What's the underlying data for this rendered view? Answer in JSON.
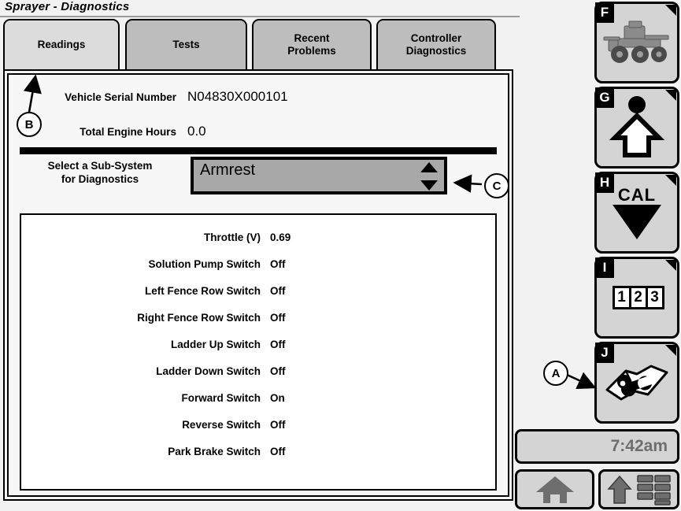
{
  "page": {
    "title": "Sprayer - Diagnostics"
  },
  "tabs": [
    {
      "label": "Readings",
      "active": true
    },
    {
      "label": "Tests",
      "active": false
    },
    {
      "label": "Recent\nProblems",
      "active": false
    },
    {
      "label": "Controller\nDiagnostics",
      "active": false
    }
  ],
  "info": {
    "serial_label": "Vehicle Serial Number",
    "serial_value": "N04830X000101",
    "hours_label": "Total Engine Hours",
    "hours_value": "0.0"
  },
  "subsystem": {
    "label": "Select a Sub-System\nfor Diagnostics",
    "selected": "Armrest",
    "up_icon": "triangle-up-icon",
    "down_icon": "triangle-down-icon"
  },
  "readings": [
    {
      "label": "Throttle (V)",
      "value": "0.69"
    },
    {
      "label": "Solution Pump Switch",
      "value": "Off"
    },
    {
      "label": "Left Fence Row Switch",
      "value": "Off"
    },
    {
      "label": "Right Fence Row Switch",
      "value": "Off"
    },
    {
      "label": "Ladder Up Switch",
      "value": "Off"
    },
    {
      "label": "Ladder Down Switch",
      "value": "Off"
    },
    {
      "label": "Forward Switch",
      "value": "On"
    },
    {
      "label": "Reverse Switch",
      "value": "Off"
    },
    {
      "label": "Park Brake Switch",
      "value": "Off"
    }
  ],
  "sidebar": {
    "buttons": [
      {
        "key": "F",
        "icon": "sprayer-vehicle-icon"
      },
      {
        "key": "G",
        "icon": "arrow-up-with-dot-icon"
      },
      {
        "key": "H",
        "icon": "calibration-icon",
        "text": "CAL"
      },
      {
        "key": "I",
        "icon": "numeric-keypad-icon",
        "digits": [
          "1",
          "2",
          "3"
        ]
      },
      {
        "key": "J",
        "icon": "service-manual-wrench-icon"
      }
    ]
  },
  "status": {
    "time": "7:42am"
  },
  "bottom": {
    "home_icon": "home-icon",
    "menu_icon": "arrow-up-menu-icon"
  },
  "callouts": [
    {
      "key": "A"
    },
    {
      "key": "B"
    },
    {
      "key": "C"
    }
  ],
  "colors": {
    "background": "#f2f2f2",
    "tab_active": "#dcdcdc",
    "tab_inactive": "#bdbdbd",
    "button_face": "#d4d4d4",
    "dropdown_face": "#a8a8a8",
    "list_background": "#ffffff",
    "time_text": "#6e6e6e"
  }
}
